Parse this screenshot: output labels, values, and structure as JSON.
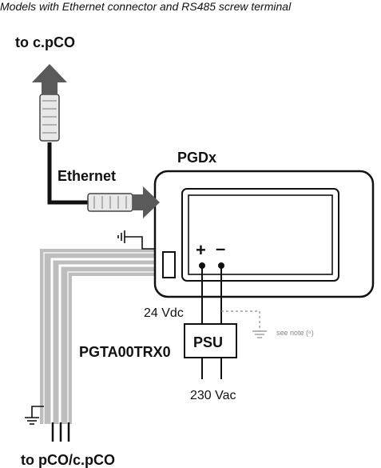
{
  "caption": "Models with Ethernet connector and RS485 screw terminal",
  "labels": {
    "to_cpco": "to c.pCO",
    "ethernet": "Ethernet",
    "pgdx": "PGDx",
    "plus": "+",
    "minus": "–",
    "vdc24": "24 Vdc",
    "psu": "PSU",
    "psu_model": "PGTA00TRX0",
    "note": "see note (⁶)",
    "vac230": "230 Vac",
    "to_pco_cpco": "to pCO/c.pCO"
  },
  "colors": {
    "line": "#111111",
    "arrow": "#5a5a5a",
    "cable_outer": "#bdbdbd",
    "cable_inner": "#dcdcdc",
    "note_line": "#8c8c8c"
  }
}
